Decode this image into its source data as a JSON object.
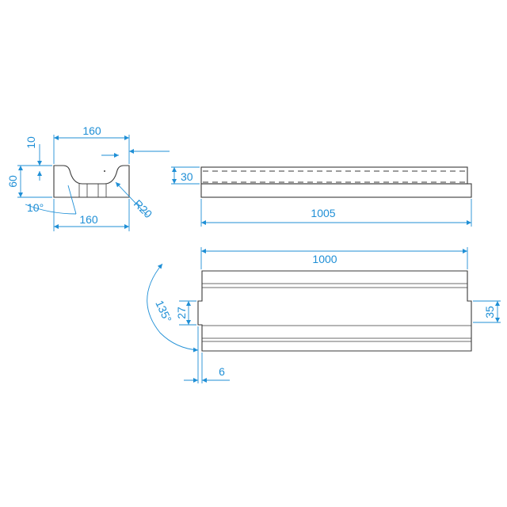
{
  "colors": {
    "dimension": "#1f8fd6",
    "outline": "#3a3a3a",
    "background": "#ffffff"
  },
  "views": {
    "section": {
      "top_width": "160",
      "depth": "10",
      "height": "60",
      "angle": "10°",
      "radius": "R20",
      "bottom_width": "160"
    },
    "side": {
      "height": "30",
      "length": "1005"
    },
    "top": {
      "length": "1000",
      "angle": "135°",
      "offset": "27",
      "end_width": "35",
      "lip": "6"
    }
  }
}
